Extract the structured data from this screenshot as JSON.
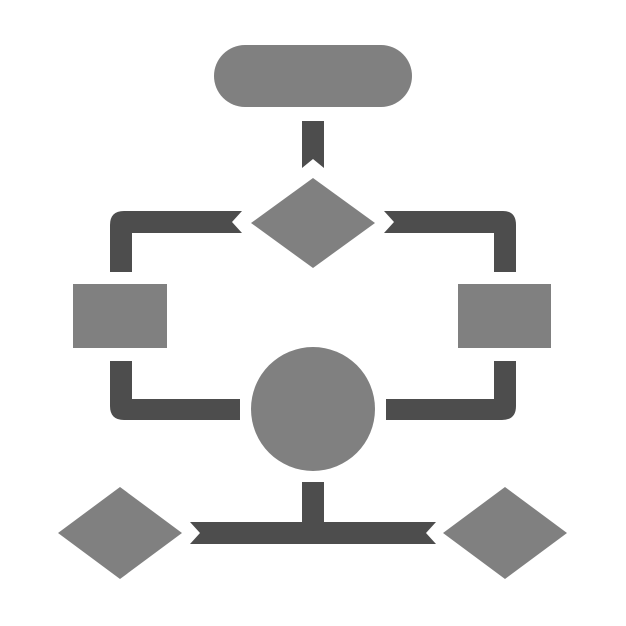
{
  "icon": {
    "name": "flowchart-icon",
    "colors": {
      "background": "#ffffff",
      "shape_fill": "#808080",
      "connector_fill": "#4d4d4d"
    },
    "shapes": [
      "terminator-pill",
      "decision-diamond",
      "process-left",
      "process-right",
      "connector-circle",
      "decision-left",
      "decision-right"
    ]
  }
}
